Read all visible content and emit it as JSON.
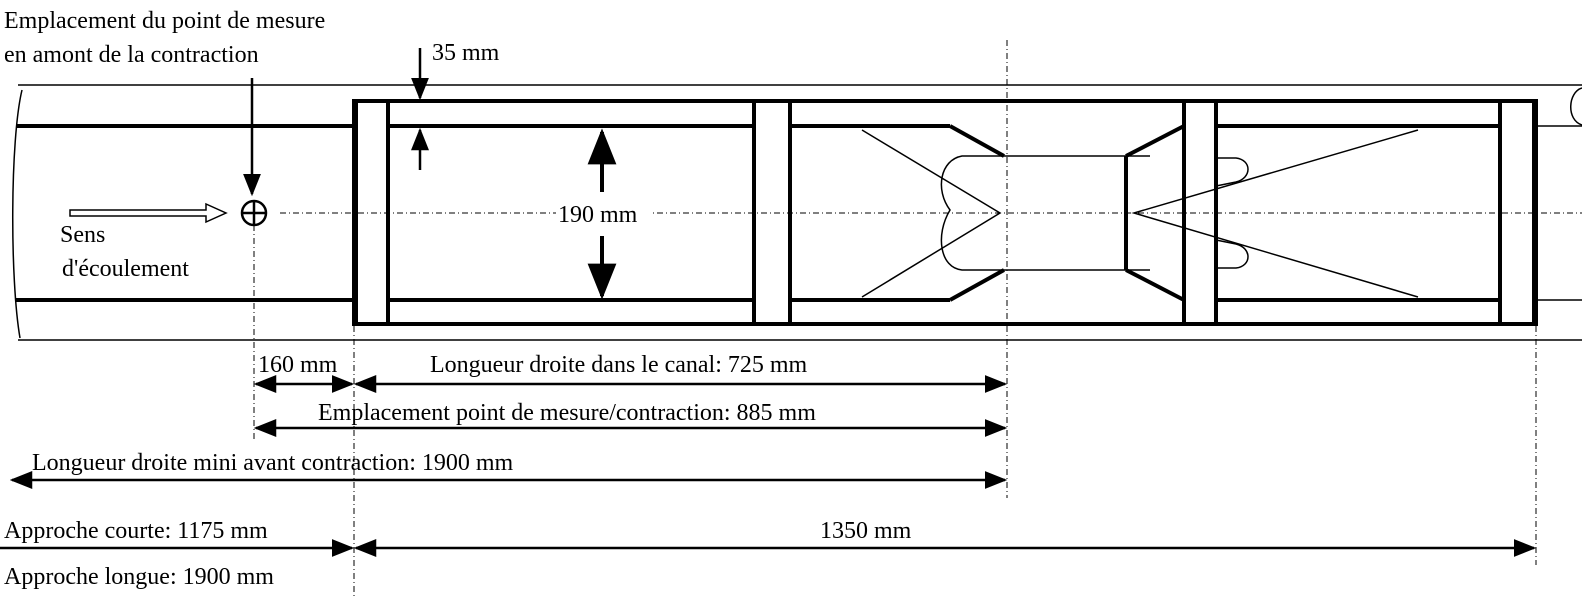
{
  "labels": {
    "measure_point_line1": "Emplacement du point de mesure",
    "measure_point_line2": "en amont de la contraction",
    "wall_thickness": "35 mm",
    "channel_width": "190 mm",
    "flow_dir_line1": "Sens",
    "flow_dir_line2": "d'écoulement",
    "dist_160": "160 mm",
    "straight_length": "Longueur droite dans le canal: 725 mm",
    "measure_to_contraction": "Emplacement point de mesure/contraction: 885 mm",
    "min_straight_length": "Longueur droite mini avant contraction: 1900 mm",
    "short_approach": "Approche courte: 1175 mm",
    "long_approach": "Approche longue: 1900 mm",
    "dist_1350": "1350 mm"
  }
}
